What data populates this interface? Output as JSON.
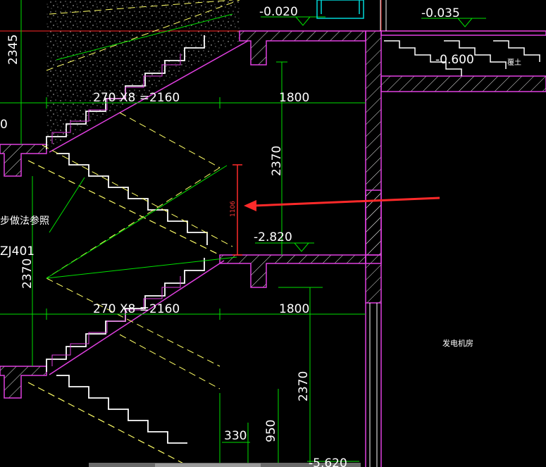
{
  "colors": {
    "background": "#000000",
    "wall": "#e040e0",
    "stair_white": "#ffffff",
    "dim_green": "#00e000",
    "dash_yellow": "#ffff66",
    "accent_red": "#ff2a2a",
    "grid_red": "#d02020"
  },
  "elevations": {
    "top_left": "-0.020",
    "top_right": "-0.035",
    "right_slab": "-0.600",
    "landing": "-2.820",
    "bottom": "-5.620"
  },
  "dimensions": {
    "left_height_top": "2345",
    "stair_run_upper": "270 X8 =2160",
    "landing_upper": "1800",
    "flight_height_upper": "2370",
    "highlight": "1106",
    "left_height_mid": "2370",
    "stair_run_lower": "270 X8 =2160",
    "landing_lower": "1800",
    "flight_height_lower": "2370",
    "step_width": "330",
    "step_height": "950"
  },
  "labels": {
    "room": "发电机房",
    "fill_note": "覆土",
    "note_partial": "步做法参照",
    "column_tag": "ZJ401",
    "edge_zero": "0"
  }
}
